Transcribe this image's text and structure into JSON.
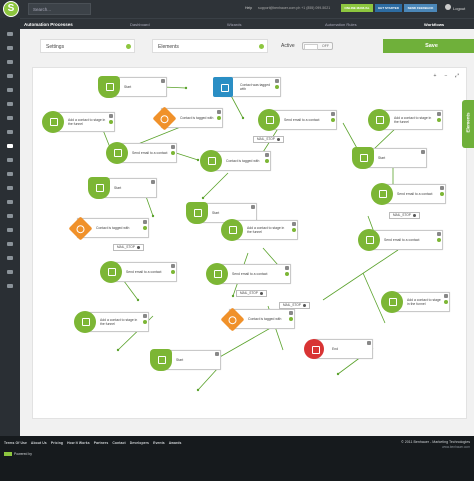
{
  "header": {
    "logo_letter": "S",
    "search_placeholder": "Search...",
    "help": "Help",
    "contact": "support@benhauer.com ph +1 (855) 099-5021",
    "online_manual": "ONLINE MANUAL",
    "get_started": "GET STARTED",
    "send_feedback": "SEND FEEDBACK",
    "logout": "Logout"
  },
  "subnav": {
    "title": "Automation Processes",
    "items": [
      "Dashboard",
      "Wizards",
      "Automation Rules",
      "Workflows"
    ]
  },
  "controls": {
    "settings_label": "Settings",
    "elements_label": "Elements",
    "active_label": "Active",
    "toggle_state": "OFF",
    "save_label": "Save",
    "elements_tab": "Elements"
  },
  "zoom": {
    "zoom_in": "+",
    "zoom_out": "−",
    "fit": "⤢"
  },
  "nodes": {
    "start1": "Start",
    "contact_tagged_1": "Contact was tagged with",
    "contact_tagged_2": "Contact is tagged with",
    "add_stage_1": "Add a contact to stage in the funnel",
    "send_email_1": "Send email to a contact",
    "add_stage_2": "Add a contact to stage in the funnel",
    "send_email_2": "Send email to a contact",
    "contact_tagged_3": "Contact is tagged with",
    "start2": "Start",
    "start3": "Start",
    "send_email_3": "Send email to a contact",
    "start4": "Start",
    "contact_tagged_4": "Contact is tagged with",
    "add_stage_3": "Add a contact to stage in the funnel",
    "send_email_4": "Send email to a contact",
    "send_email_5": "Send email to a contact",
    "send_email_6": "Send email to a contact",
    "add_stage_4": "Add a contact to stage in the funnel",
    "add_stage_5": "Add a contact to stage in the funnel",
    "contact_tagged_5": "Contact is tagged with",
    "start5": "Start",
    "end": "End"
  },
  "tags": {
    "t1": "MAIL_STOP",
    "t2": "MAIL_STOP",
    "t3": "MAIL_STOP",
    "t4": "MAIL_STOP",
    "t5": "MAIL_STOP"
  },
  "footer": {
    "links": [
      "Terms Of Use",
      "About Us",
      "Pricing",
      "How It Works",
      "Partners",
      "Contact",
      "Developers",
      "Events",
      "Awards"
    ],
    "copyright": "© 2011 Benhauer - Marketing Technologies",
    "site": "www.benhauer.com",
    "powered": "Powered by"
  },
  "colors": {
    "accent": "#7cb635",
    "orange": "#f0912a",
    "blue": "#2a8ec4",
    "red": "#d83434"
  }
}
